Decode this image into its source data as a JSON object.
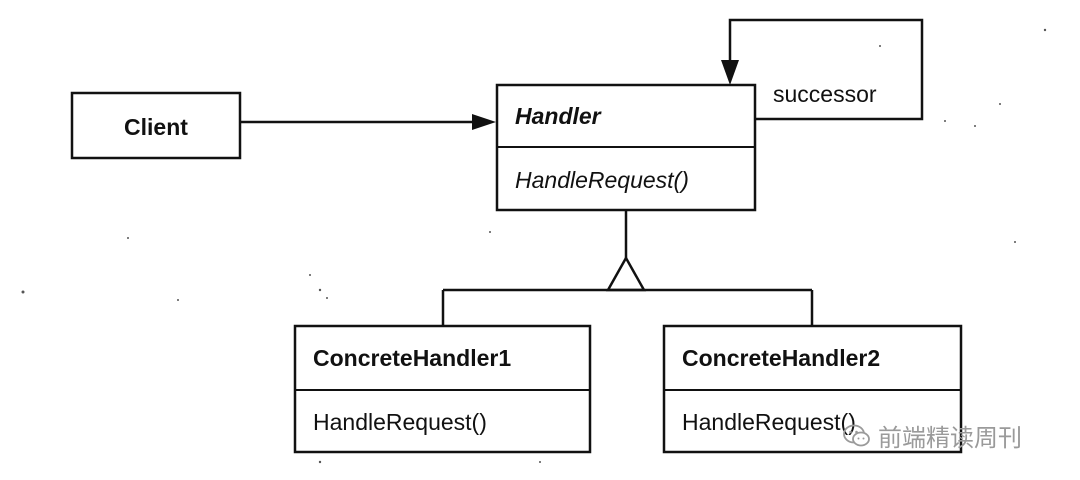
{
  "classes": {
    "client": {
      "name": "Client"
    },
    "handler": {
      "name": "Handler",
      "operation": "HandleRequest()"
    },
    "concrete1": {
      "name": "ConcreteHandler1",
      "operation": "HandleRequest()"
    },
    "concrete2": {
      "name": "ConcreteHandler2",
      "operation": "HandleRequest()"
    }
  },
  "association_label": "successor",
  "watermark": {
    "text": "前端精读周刊",
    "icon": "wechat-icon"
  }
}
